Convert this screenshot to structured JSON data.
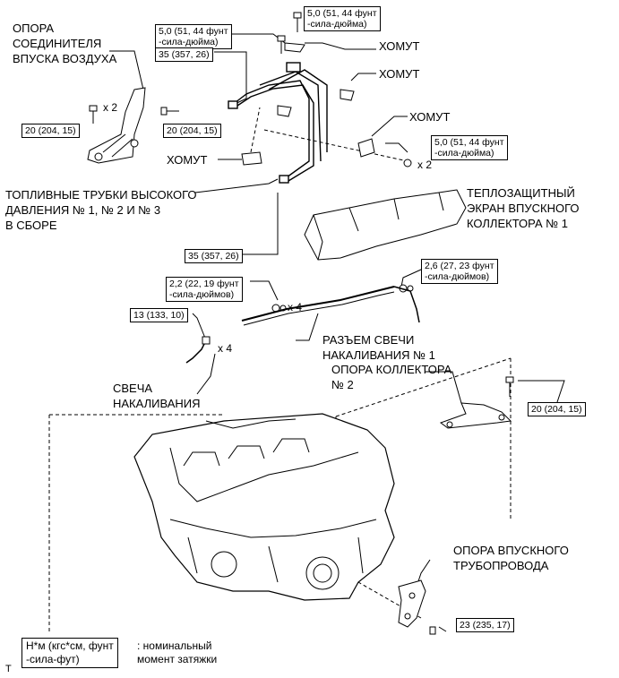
{
  "labels": {
    "air_connector_bracket": [
      "ОПОРА",
      "СОЕДИНИТЕЛЯ",
      "ВПУСКА ВОЗДУХА"
    ],
    "clamp": "ХОМУТ",
    "fuel_tubes": [
      "ТОПЛИВНЫЕ ТРУБКИ ВЫСОКОГО",
      "ДАВЛЕНИЯ № 1, № 2 И № 3",
      "В СБОРЕ"
    ],
    "heat_shield": [
      "ТЕПЛОЗАЩИТНЫЙ",
      "ЭКРАН ВПУСКНОГО",
      "КОЛЛЕКТОРА № 1"
    ],
    "glow_connector": [
      "РАЗЪЕМ СВЕЧИ",
      "НАКАЛИВАНИЯ № 1"
    ],
    "manifold_stay": [
      "ОПОРА КОЛЛЕКТОРА",
      "№ 2"
    ],
    "glow_plug": [
      "СВЕЧА",
      "НАКАЛИВАНИЯ"
    ],
    "intake_pipe_bracket": [
      "ОПОРА ВПУСКНОГО",
      "ТРУБОПРОВОДА"
    ]
  },
  "torques": {
    "t50_top": [
      "5,0 (51, 44 фунт",
      "-сила-дюйма)"
    ],
    "t50_left": [
      "5,0 (51, 44 фунт",
      "-сила-дюйма)"
    ],
    "t35_top": "35 (357, 26)",
    "t20_a": "20 (204, 15)",
    "t20_b": "20 (204, 15)",
    "t50_right": [
      "5,0 (51, 44 фунт",
      "-сила-дюйма)"
    ],
    "t35_bottom": "35 (357, 26)",
    "t22": [
      "2,2 (22, 19 фунт",
      "-сила-дюймов)"
    ],
    "t26": [
      "2,6 (27, 23 фунт",
      "-сила-дюймов)"
    ],
    "t13": "13 (133, 10)",
    "t20_c": "20 (204, 15)",
    "t23": "23 (235, 17)"
  },
  "multipliers": {
    "bolt_x2": "x 2",
    "nut_x2": "x 2",
    "nut_x4": "x 4",
    "plug_x4": "x 4"
  },
  "legend": {
    "box": [
      "Н*м (кгс*см, фунт",
      "-сила-фут)"
    ],
    "text": [
      ": номинальный",
      "момент затяжки"
    ]
  },
  "corner_mark": "T"
}
